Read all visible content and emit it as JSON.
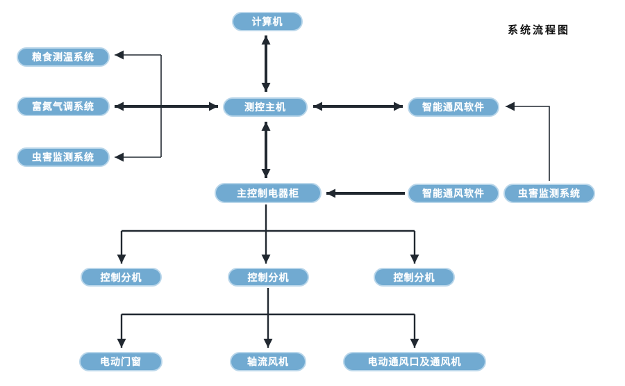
{
  "title": "系统流程图",
  "nodes": {
    "computer": {
      "label": "计算机"
    },
    "grain_temp": {
      "label": "粮食测温系统"
    },
    "nitrogen_control": {
      "label": "富氮气调系统"
    },
    "pest_monitor_left": {
      "label": "虫害监测系统"
    },
    "control_host": {
      "label": "测控主机"
    },
    "vent_software_top": {
      "label": "智能通风软件"
    },
    "main_cabinet": {
      "label": "主控制电器柜"
    },
    "vent_software_mid": {
      "label": "智能通风软件"
    },
    "pest_monitor_right": {
      "label": "虫害监测系统"
    },
    "ctrl_unit_1": {
      "label": "控制分机"
    },
    "ctrl_unit_2": {
      "label": "控制分机"
    },
    "ctrl_unit_3": {
      "label": "控制分机"
    },
    "electric_doors": {
      "label": "电动门窗"
    },
    "axial_fan": {
      "label": "轴流风机"
    },
    "vent_opening": {
      "label": "电动通风口及通风机"
    }
  },
  "edges": [
    {
      "from": "computer",
      "to": "control_host",
      "type": "double-arrow"
    },
    {
      "from": "control_host",
      "to": "main_cabinet",
      "type": "double-arrow"
    },
    {
      "from": "nitrogen_control",
      "to": "control_host",
      "type": "double-arrow"
    },
    {
      "from": "control_host",
      "to": "vent_software_top",
      "type": "double-arrow"
    },
    {
      "from": "nitrogen_control",
      "to": "grain_temp",
      "type": "arrow"
    },
    {
      "from": "nitrogen_control",
      "to": "pest_monitor_left",
      "type": "arrow"
    },
    {
      "from": "pest_monitor_right",
      "to": "vent_software_top",
      "type": "arrow"
    },
    {
      "from": "vent_software_mid",
      "to": "main_cabinet",
      "type": "arrow"
    },
    {
      "from": "main_cabinet",
      "to": "ctrl_unit_1",
      "type": "arrow"
    },
    {
      "from": "main_cabinet",
      "to": "ctrl_unit_2",
      "type": "arrow"
    },
    {
      "from": "main_cabinet",
      "to": "ctrl_unit_3",
      "type": "arrow"
    },
    {
      "from": "ctrl_unit_2",
      "to": "electric_doors",
      "type": "arrow"
    },
    {
      "from": "ctrl_unit_2",
      "to": "axial_fan",
      "type": "arrow"
    },
    {
      "from": "ctrl_unit_2",
      "to": "vent_opening",
      "type": "arrow"
    }
  ],
  "colors": {
    "node_fill": "#71aad1",
    "node_border": "#b9d6ea",
    "node_text": "#ffffff",
    "arrow": "#212830",
    "title_text": "#111111",
    "background": "#ffffff"
  }
}
